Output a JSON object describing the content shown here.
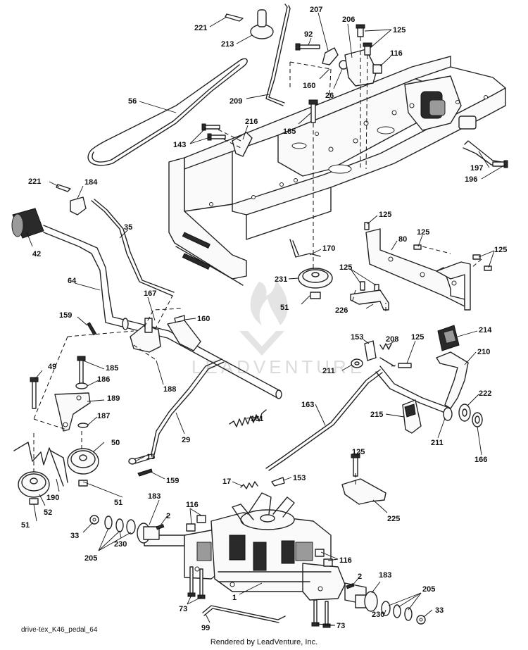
{
  "diagram": {
    "drawing_id": "drive-tex_K46_pedal_64",
    "credit": "Rendered by LeadVenture, Inc.",
    "watermark": "LEADVENTURE",
    "callouts": [
      {
        "id": "221a",
        "label": "221"
      },
      {
        "id": "213",
        "label": "213"
      },
      {
        "id": "207",
        "label": "207"
      },
      {
        "id": "206",
        "label": "206"
      },
      {
        "id": "125a",
        "label": "125"
      },
      {
        "id": "92",
        "label": "92"
      },
      {
        "id": "116a",
        "label": "116"
      },
      {
        "id": "160a",
        "label": "160"
      },
      {
        "id": "26",
        "label": "26"
      },
      {
        "id": "56",
        "label": "56"
      },
      {
        "id": "209",
        "label": "209"
      },
      {
        "id": "185a",
        "label": "185"
      },
      {
        "id": "216",
        "label": "216"
      },
      {
        "id": "143",
        "label": "143"
      },
      {
        "id": "197",
        "label": "197"
      },
      {
        "id": "196",
        "label": "196"
      },
      {
        "id": "221b",
        "label": "221"
      },
      {
        "id": "184",
        "label": "184"
      },
      {
        "id": "35",
        "label": "35"
      },
      {
        "id": "42",
        "label": "42"
      },
      {
        "id": "125b",
        "label": "125"
      },
      {
        "id": "80",
        "label": "80"
      },
      {
        "id": "125c",
        "label": "125"
      },
      {
        "id": "125d",
        "label": "125"
      },
      {
        "id": "170",
        "label": "170"
      },
      {
        "id": "125e",
        "label": "125"
      },
      {
        "id": "231",
        "label": "231"
      },
      {
        "id": "64",
        "label": "64"
      },
      {
        "id": "167",
        "label": "167"
      },
      {
        "id": "51a",
        "label": "51"
      },
      {
        "id": "226",
        "label": "226"
      },
      {
        "id": "159a",
        "label": "159"
      },
      {
        "id": "160b",
        "label": "160"
      },
      {
        "id": "214",
        "label": "214"
      },
      {
        "id": "153a",
        "label": "153"
      },
      {
        "id": "208",
        "label": "208"
      },
      {
        "id": "125f",
        "label": "125"
      },
      {
        "id": "210",
        "label": "210"
      },
      {
        "id": "49",
        "label": "49"
      },
      {
        "id": "185b",
        "label": "185"
      },
      {
        "id": "211a",
        "label": "211"
      },
      {
        "id": "186",
        "label": "186"
      },
      {
        "id": "188",
        "label": "188"
      },
      {
        "id": "189",
        "label": "189"
      },
      {
        "id": "222",
        "label": "222"
      },
      {
        "id": "163",
        "label": "163"
      },
      {
        "id": "187",
        "label": "187"
      },
      {
        "id": "161",
        "label": "161"
      },
      {
        "id": "215",
        "label": "215"
      },
      {
        "id": "211b",
        "label": "211"
      },
      {
        "id": "166",
        "label": "166"
      },
      {
        "id": "50",
        "label": "50"
      },
      {
        "id": "29",
        "label": "29"
      },
      {
        "id": "15",
        "label": "15"
      },
      {
        "id": "125g",
        "label": "125"
      },
      {
        "id": "159b",
        "label": "159"
      },
      {
        "id": "190",
        "label": "190"
      },
      {
        "id": "17",
        "label": "17"
      },
      {
        "id": "153b",
        "label": "153"
      },
      {
        "id": "52",
        "label": "52"
      },
      {
        "id": "51b",
        "label": "51"
      },
      {
        "id": "183a",
        "label": "183"
      },
      {
        "id": "116b",
        "label": "116"
      },
      {
        "id": "225",
        "label": "225"
      },
      {
        "id": "2a",
        "label": "2"
      },
      {
        "id": "51c",
        "label": "51"
      },
      {
        "id": "33a",
        "label": "33"
      },
      {
        "id": "230a",
        "label": "230"
      },
      {
        "id": "205a",
        "label": "205"
      },
      {
        "id": "116c",
        "label": "116"
      },
      {
        "id": "2b",
        "label": "2"
      },
      {
        "id": "183b",
        "label": "183"
      },
      {
        "id": "1",
        "label": "1"
      },
      {
        "id": "205b",
        "label": "205"
      },
      {
        "id": "73a",
        "label": "73"
      },
      {
        "id": "33b",
        "label": "33"
      },
      {
        "id": "230b",
        "label": "230"
      },
      {
        "id": "99",
        "label": "99"
      },
      {
        "id": "73b",
        "label": "73"
      }
    ]
  }
}
